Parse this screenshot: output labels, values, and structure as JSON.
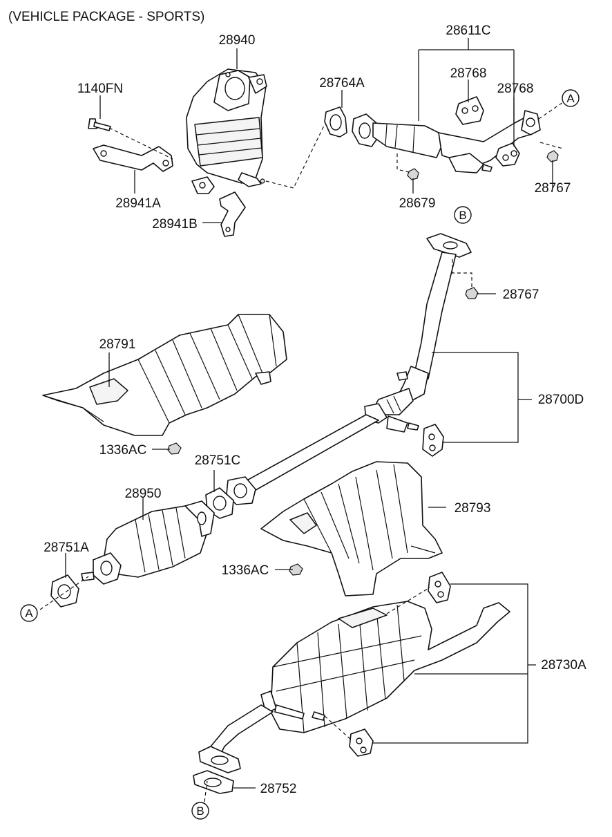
{
  "header": {
    "title": "(VEHICLE PACKAGE - SPORTS)"
  },
  "labels": {
    "p28940": "28940",
    "p1140FN": "1140FN",
    "p28941A": "28941A",
    "p28941B": "28941B",
    "p28764A": "28764A",
    "p28611C": "28611C",
    "p28768_left": "28768",
    "p28768_right": "28768",
    "p28767_top": "28767",
    "p28679": "28679",
    "p28767_mid": "28767",
    "p28791": "28791",
    "p1336AC_upper": "1336AC",
    "p28700D": "28700D",
    "p28751C": "28751C",
    "p28950": "28950",
    "p28793": "28793",
    "p28751A": "28751A",
    "p1336AC_lower": "1336AC",
    "p28730A": "28730A",
    "p28752": "28752"
  },
  "refs": {
    "a_top": "A",
    "b_mid": "B",
    "a_bottom": "A",
    "b_bottom": "B"
  }
}
